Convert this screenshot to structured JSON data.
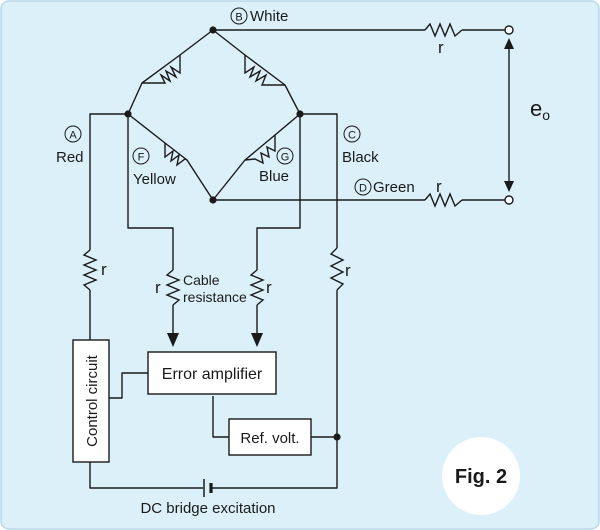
{
  "figure_label": "Fig. 2",
  "colors": {
    "panel_background": "#dcf0fa",
    "panel_border": "#b8d8ea",
    "wire": "#1a1a1a",
    "text": "#1a1a1a",
    "badge_background": "#ffffff"
  },
  "terminals": {
    "A": {
      "letter": "A",
      "color": "Red"
    },
    "B": {
      "letter": "B",
      "color": "White"
    },
    "C": {
      "letter": "C",
      "color": "Black"
    },
    "D": {
      "letter": "D",
      "color": "Green"
    },
    "F": {
      "letter": "F",
      "color": "Yellow"
    },
    "G": {
      "letter": "G",
      "color": "Blue"
    }
  },
  "labels": {
    "output": "e",
    "output_subscript": "o",
    "resistor": "r",
    "cable_resistance_line1": "Cable",
    "cable_resistance_line2": "resistance",
    "error_amplifier": "Error amplifier",
    "ref_volt": "Ref. volt.",
    "control_circuit": "Control circuit",
    "dc_excitation": "DC bridge excitation"
  }
}
